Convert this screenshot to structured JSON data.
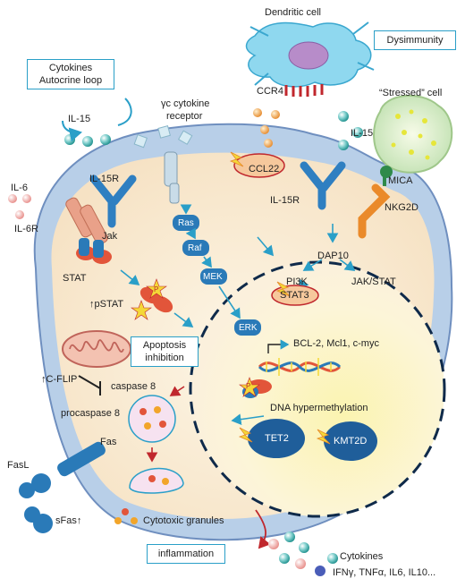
{
  "labels": {
    "dendritic_cell": "Dendritic cell",
    "dysimmunity": "Dysimmunity",
    "cytokines_autocrine_1": "Cytokines",
    "cytokines_autocrine_2": "Autocrine loop",
    "gamma_c_1": "γc cytokine",
    "gamma_c_2": "receptor",
    "ccr4": "CCR4",
    "stressed_cell": "“Stressed” cell",
    "il15_left": "IL-15",
    "il15_right": "IL-15",
    "il15r_left": "IL-15R",
    "il15r_right": "IL-15R",
    "ccl22": "CCL22",
    "mica": "MICA",
    "nkg2d": "NKG2D",
    "il6": "IL-6",
    "il6r": "IL-6R",
    "jak": "Jak",
    "ras": "Ras",
    "raf": "Raf",
    "mek": "MEK",
    "erk": "ERK",
    "dap10": "DAP10",
    "pi3k": "PI3K",
    "jak_stat": "JAK/STAT",
    "stat": "STAT",
    "pstat": "↑pSTAT",
    "stat3": "STAT3",
    "p": "P",
    "apoptosis_1": "Apoptosis",
    "apoptosis_2": "inhibition",
    "cflip": "↑C-FLIP",
    "caspase8": "caspase 8",
    "procaspase8": "procaspase 8",
    "bcl2": "BCL-2, Mcl1, c-myc",
    "dna_hyper": "DNA hypermethylation",
    "tet2": "TET2",
    "kmt2d": "KMT2D",
    "fas": "Fas",
    "fasl": "FasL",
    "sfas": "sFas↑",
    "cytotoxic": "Cytotoxic granules",
    "inflammation": "inflammation",
    "cytokines": "Cytokines",
    "cytokine_list": "IFNγ, TNFα, IL6, IL10..."
  },
  "colors": {
    "cell_outer": "#b5cce6",
    "cell_outer_stroke": "#6f8fbf",
    "cytoplasm": "#faecd6",
    "nucleus_glow": "#fbf3b8",
    "receptor_blue": "#2f7fc1",
    "node_blue": "#2a7ab8",
    "stat_red": "#e2553a",
    "nkg2d_orange": "#ea8a2a",
    "teal": "#1fa5a0",
    "box_border": "#2a9fc8",
    "arrow_blue": "#2a9fc8",
    "arrow_red": "#c0272d"
  }
}
